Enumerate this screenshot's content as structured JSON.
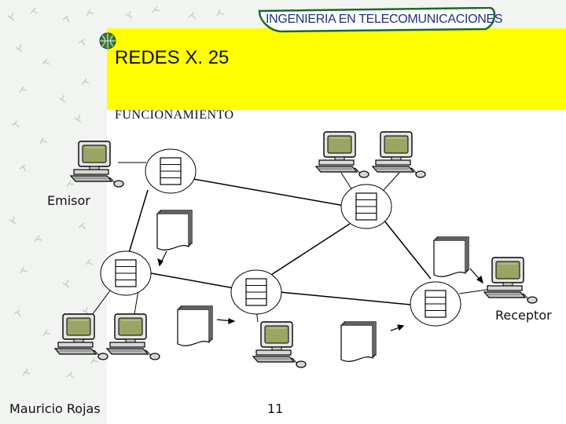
{
  "header": {
    "brand": "INGENIERIA EN TELECOMUNICACIONES",
    "title": "REDES X. 25",
    "subtitle": "FUNCIONAMIENTO"
  },
  "diagram": {
    "sender_label": "Emisor",
    "receiver_label": "Receptor"
  },
  "footer": {
    "author": "Mauricio Rojas",
    "page_number": "11"
  },
  "colors": {
    "accent_yellow": "#ffff00",
    "brand_text": "#1f2f80",
    "node_fill": "#ffffff",
    "link_line": "#000000",
    "monitor_screen": "#9aa564"
  }
}
